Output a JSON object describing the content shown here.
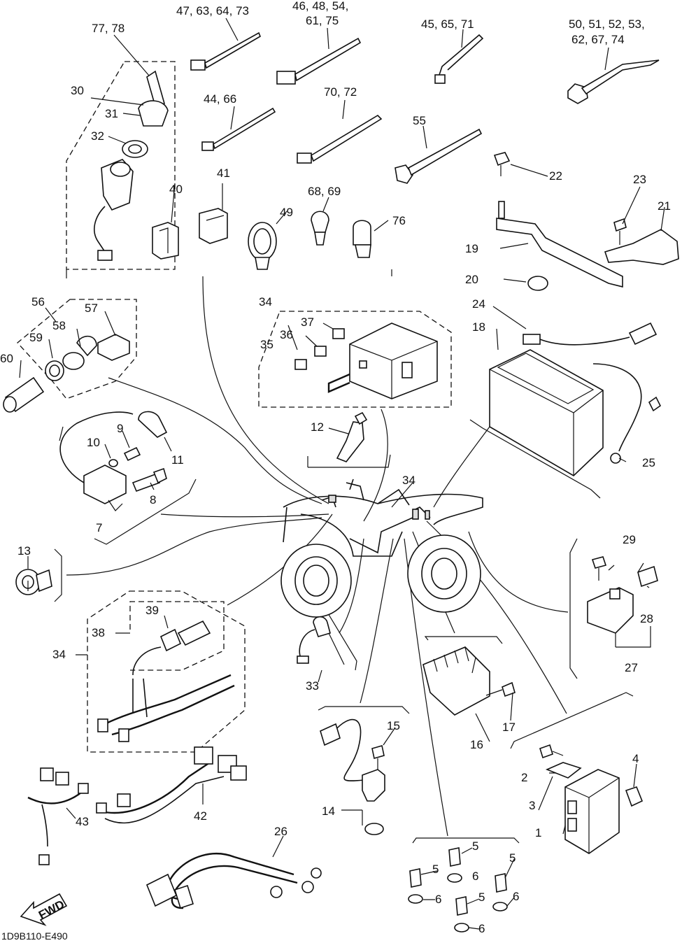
{
  "diagram": {
    "code": "1D9B110-E490",
    "fwd_label": "FWD",
    "labels": {
      "l1": "1",
      "l2": "2",
      "l3": "3",
      "l4": "4",
      "l5a": "5",
      "l5b": "5",
      "l5c": "5",
      "l5d": "5",
      "l6a": "6",
      "l6b": "6",
      "l6c": "6",
      "l6d": "6",
      "l7": "7",
      "l8": "8",
      "l9": "9",
      "l10": "10",
      "l11": "11",
      "l12": "12",
      "l13": "13",
      "l14": "14",
      "l15": "15",
      "l16": "16",
      "l17": "17",
      "l18": "18",
      "l19": "19",
      "l20": "20",
      "l21": "21",
      "l22": "22",
      "l23": "23",
      "l24": "24",
      "l25": "25",
      "l26": "26",
      "l27": "27",
      "l28": "28",
      "l29": "29",
      "l30": "30",
      "l31": "31",
      "l32": "32",
      "l33": "33",
      "l34a": "34",
      "l34b": "34",
      "l34c": "34",
      "l35": "35",
      "l36": "36",
      "l37": "37",
      "l38": "38",
      "l39": "39",
      "l40": "40",
      "l41": "41",
      "l42": "42",
      "l43": "43",
      "l44": "44, 66",
      "l45": "45, 65, 71",
      "l46a": "46, 48, 54,",
      "l46b": "61, 75",
      "l47": "47, 63, 64, 73",
      "l49": "49",
      "l50a": "50, 51, 52, 53,",
      "l50b": "62, 67, 74",
      "l55": "55",
      "l56": "56",
      "l57": "57",
      "l58": "58",
      "l59": "59",
      "l60": "60",
      "l68": "68, 69",
      "l70": "70, 72",
      "l76": "76",
      "l77": "77, 78"
    }
  }
}
